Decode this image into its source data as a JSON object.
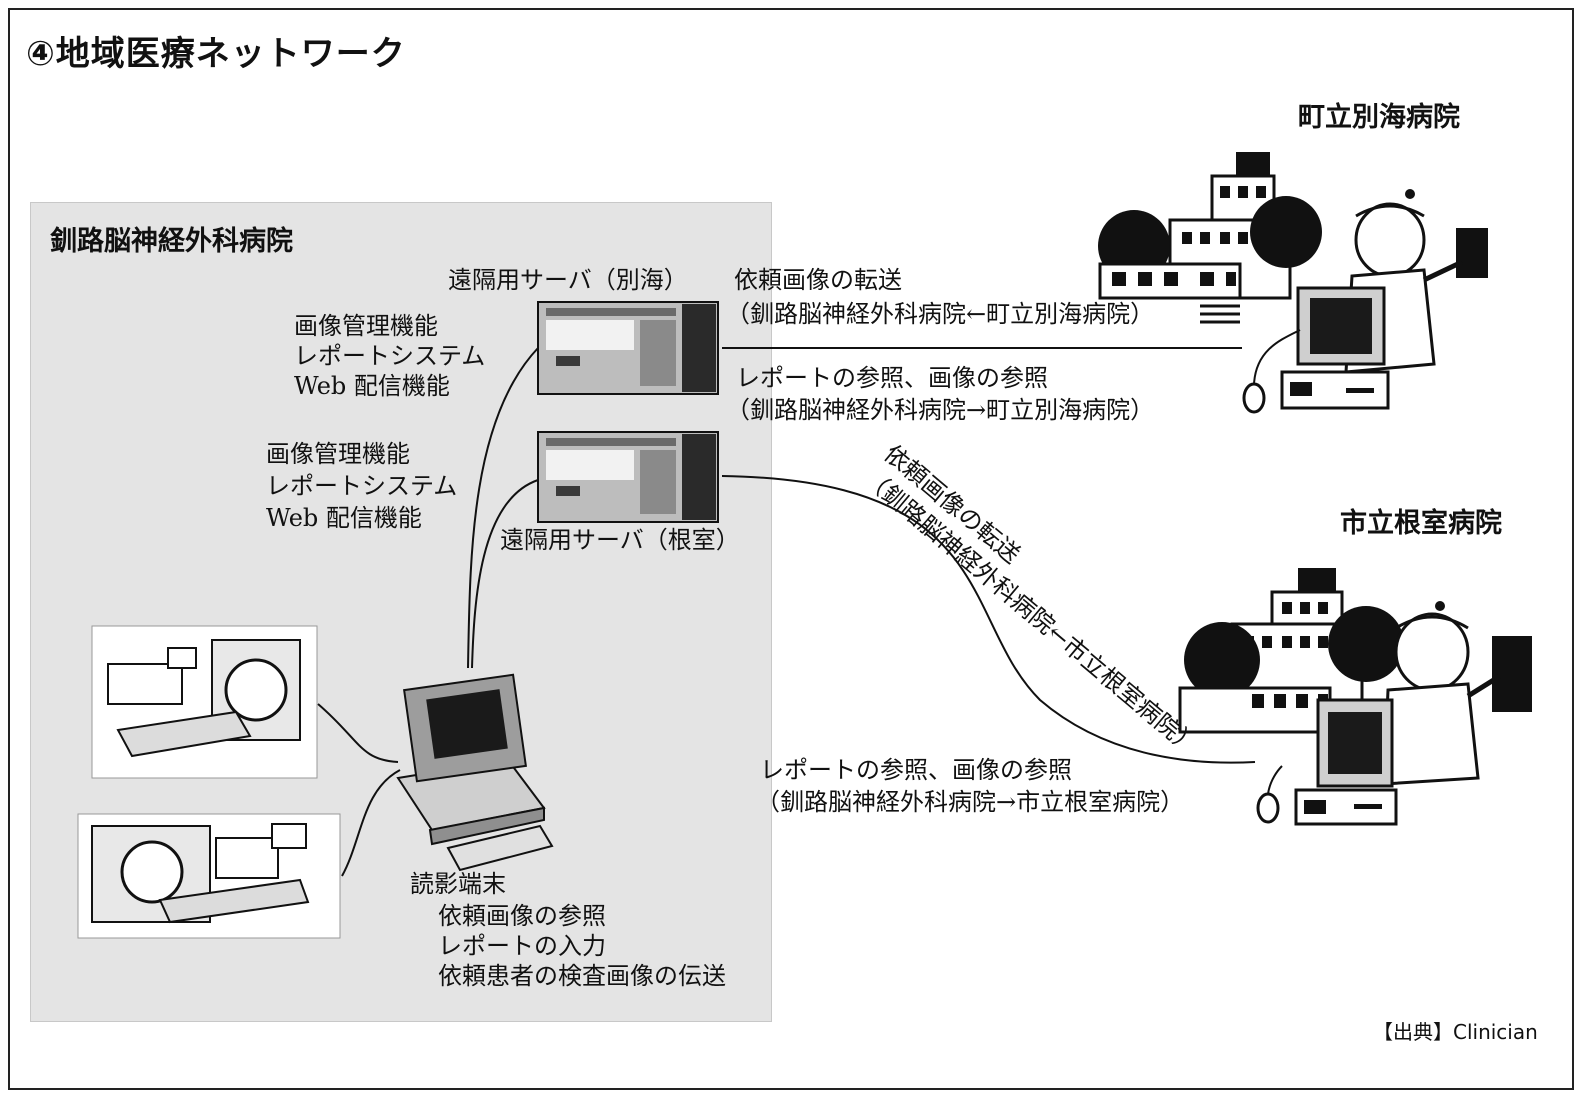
{
  "title": "④地域医療ネットワーク",
  "local_hospital": {
    "name": "釧路脳神経外科病院",
    "server_betsukai": {
      "label": "遠隔用サーバ（別海）",
      "functions": [
        "画像管理機能",
        "レポートシステム",
        "Web 配信機能"
      ]
    },
    "server_nemuro": {
      "label": "遠隔用サーバ（根室）",
      "functions": [
        "画像管理機能",
        "レポートシステム",
        "Web 配信機能"
      ]
    },
    "terminal": {
      "label": "読影端末",
      "functions": [
        "依頼画像の参照",
        "レポートの入力",
        "依頼患者の検査画像の伝送"
      ]
    }
  },
  "remote_hospitals": {
    "betsukai": {
      "name": "町立別海病院",
      "transfer": [
        "依頼画像の転送",
        "（釧路脳神経外科病院←町立別海病院）"
      ],
      "reference": [
        "レポートの参照、画像の参照",
        "（釧路脳神経外科病院→町立別海病院）"
      ]
    },
    "nemuro": {
      "name": "市立根室病院",
      "transfer": [
        "依頼画像の転送",
        "（釧路脳神経外科病院←市立根室病院）"
      ],
      "reference": [
        "レポートの参照、画像の参照",
        "（釧路脳神経外科病院→市立根室病院）"
      ]
    }
  },
  "source": "【出典】Clinician"
}
